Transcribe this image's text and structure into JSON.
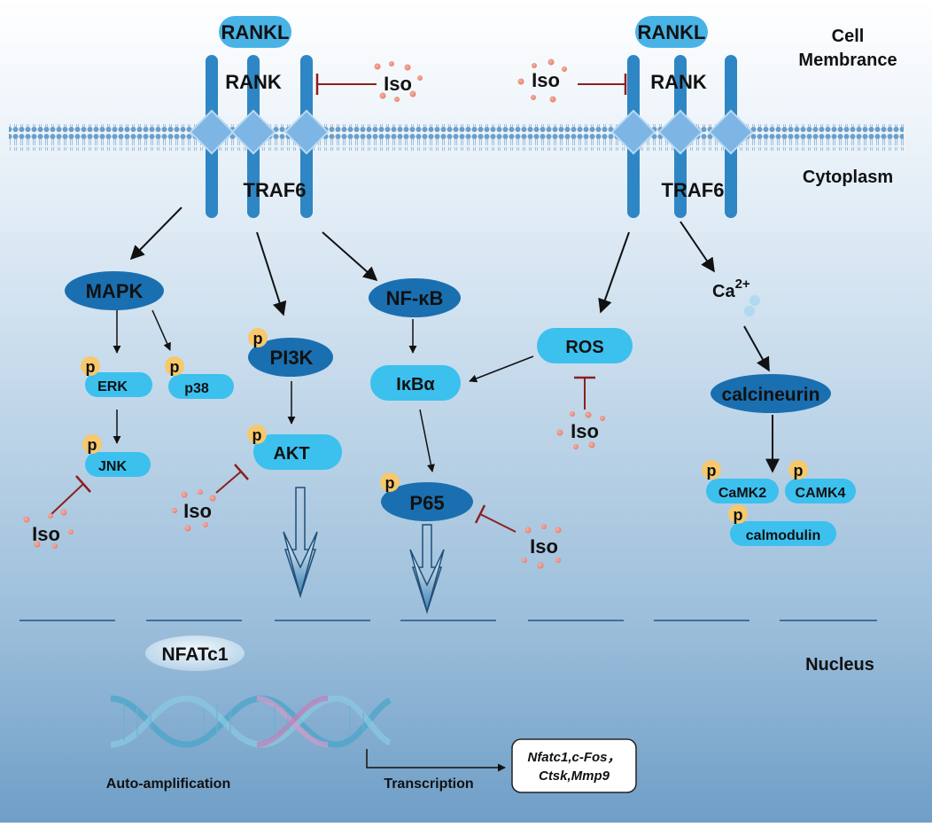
{
  "regions": {
    "membrane": "Cell\nMembrance",
    "membrane_l1": "Cell",
    "membrane_l2": "Membrance",
    "cytoplasm": "Cytoplasm",
    "nucleus": "Nucleus"
  },
  "left_receptor": {
    "ligand": "RANKL",
    "receptor": "RANK",
    "adaptor": "TRAF6",
    "inhibitor": "Iso"
  },
  "right_receptor": {
    "ligand": "RANKL",
    "receptor": "RANK",
    "adaptor": "TRAF6",
    "inhibitor": "Iso"
  },
  "nodes": {
    "mapk": "MAPK",
    "erk": "ERK",
    "p38": "p38",
    "jnk": "JNK",
    "pi3k": "PI3K",
    "akt": "AKT",
    "nfkb": "NF-κB",
    "ikba": "IκBα",
    "p65": "P65",
    "ros": "ROS",
    "ca": "Ca",
    "ca_sup": "2+",
    "calcineurin": "calcineurin",
    "camk2": "CaMK2",
    "camk4": "CAMK4",
    "calmodulin": "calmodulin",
    "nfatc1": "NFATc1",
    "phospho": "p"
  },
  "inhibitors": {
    "jnk_iso": "Iso",
    "akt_iso": "Iso",
    "p65_iso": "Iso",
    "ros_iso": "Iso"
  },
  "nucleus": {
    "auto_amplification": "Auto-amplification",
    "transcription": "Transcription",
    "genes_line1": "Nfatc1,c-Fos，",
    "genes_line2": "Ctsk,Mmp9"
  },
  "colors": {
    "bg_top": "#ffffff",
    "bg_bottom": "#6f9ec7",
    "dark_node": "#1a6fb0",
    "light_node": "#3cc0ee",
    "phospho_badge": "#f7c86c",
    "inhibit_line": "#8b2020",
    "receptor": "#2f86c4"
  }
}
